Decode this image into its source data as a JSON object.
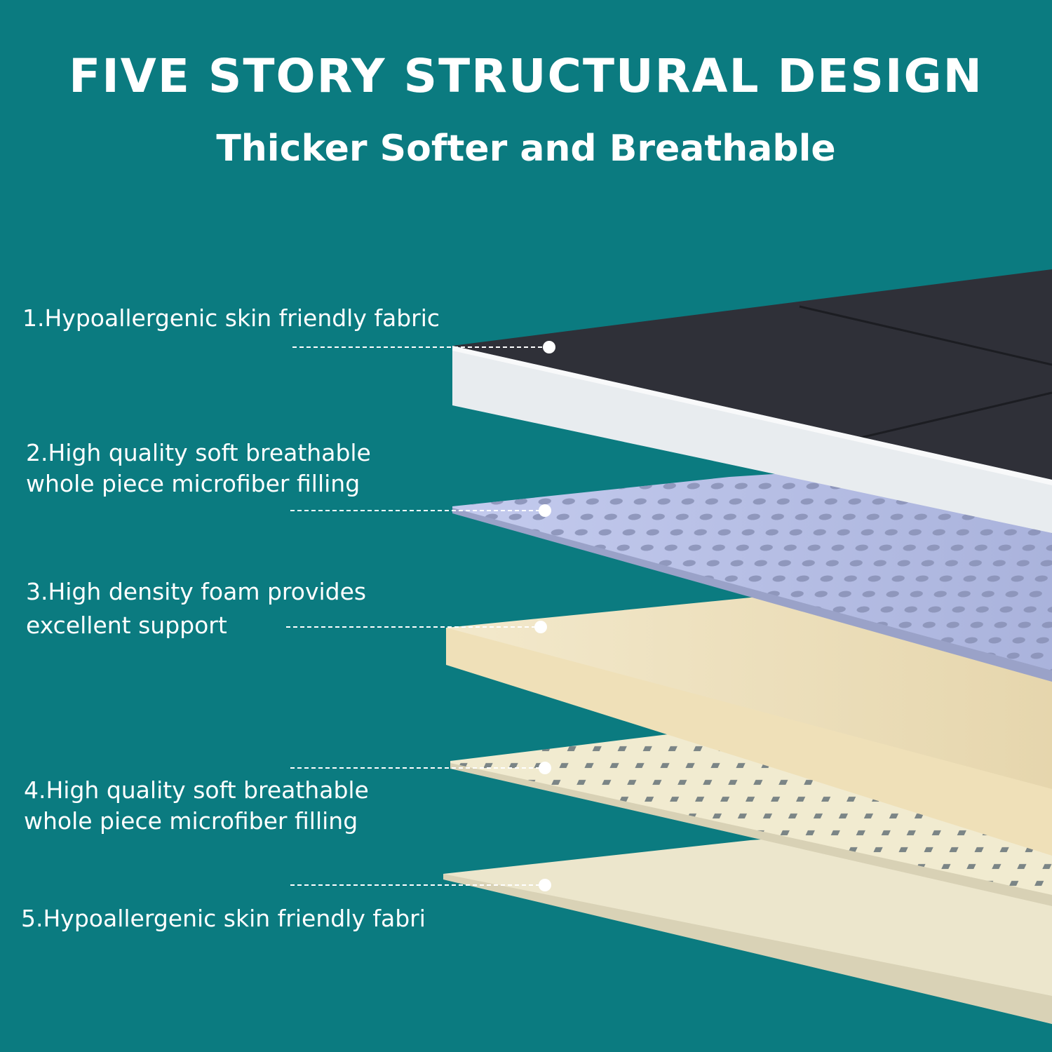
{
  "header": {
    "title": "FIVE STORY STRUCTURAL DESIGN",
    "subtitle": "Thicker Softer and Breathable"
  },
  "layers": [
    {
      "lines": [
        "1.Hypoallergenic skin friendly fabric"
      ]
    },
    {
      "lines": [
        "2.High quality soft breathable",
        "whole piece microfiber filling"
      ]
    },
    {
      "lines": [
        "3.High density foam provides",
        "excellent support"
      ]
    },
    {
      "lines": [
        "4.High quality soft breathable",
        "whole piece microfiber filling"
      ]
    },
    {
      "lines": [
        "5.Hypoallergenic skin friendly fabri"
      ]
    }
  ],
  "colors": {
    "background": "#0b7b80",
    "fabric_top": "#2f3038",
    "fabric_edge": "#e8ecef",
    "microfiber": "#b9c2e6",
    "foam": "#efe2c2",
    "filling": "#f1ebcf",
    "bottom_fabric": "#ece7cf"
  }
}
